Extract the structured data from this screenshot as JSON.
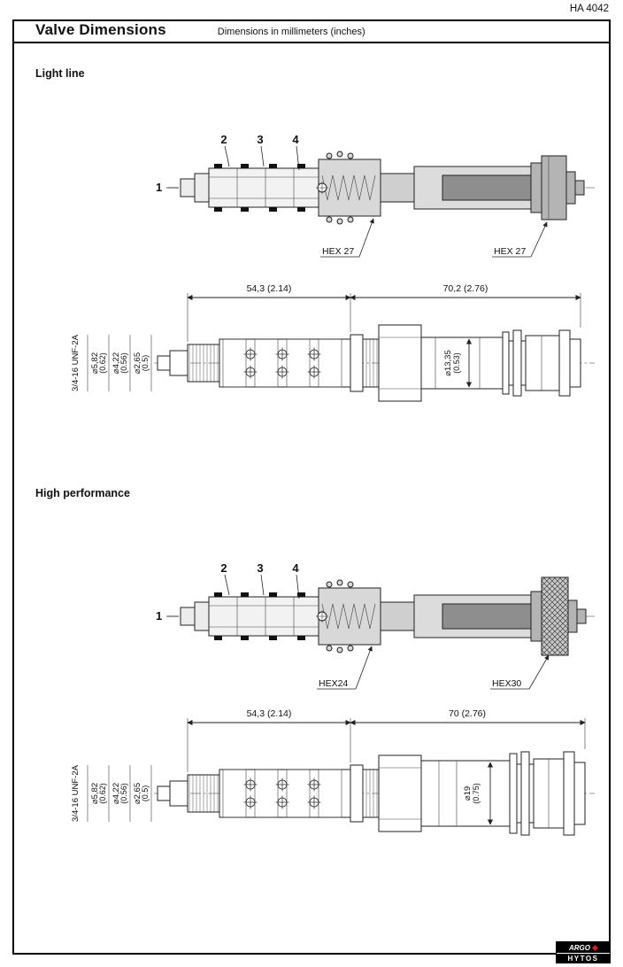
{
  "page": {
    "doc_number": "HA 4042",
    "title": "Valve Dimensions",
    "subtitle": "Dimensions in millimeters (inches)"
  },
  "light": {
    "section_title": "Light line",
    "port1": "1",
    "port2": "2",
    "port3": "3",
    "port4": "4",
    "hex_left": "HEX 27",
    "hex_right": "HEX 27",
    "dim_a": "54,3 (2.14)",
    "dim_b": "70,2 (2.76)",
    "thread": "3/4-16 UNF-2A",
    "dia1_mm": "⌀5,82",
    "dia1_in": "(0.62)",
    "dia2_mm": "⌀4,22",
    "dia2_in": "(0.56)",
    "dia3_mm": "⌀2,65",
    "dia3_in": "(0.5)",
    "dia_mid_mm": "⌀13,35",
    "dia_mid_in": "(0.53)"
  },
  "high": {
    "section_title": "High performance",
    "port1": "1",
    "port2": "2",
    "port3": "3",
    "port4": "4",
    "hex_left": "HEX24",
    "hex_right": "HEX30",
    "dim_a": "54,3 (2.14)",
    "dim_b": "70 (2.76)",
    "thread": "3/4-16 UNF-2A",
    "dia1_mm": "⌀5,82",
    "dia1_in": "(0.62)",
    "dia2_mm": "⌀4,22",
    "dia2_in": "(0.56)",
    "dia3_mm": "⌀2,65",
    "dia3_in": "(0.5)",
    "dia_mid_mm": "⌀19",
    "dia_mid_in": "(0.75)"
  },
  "logo": {
    "top": "ARGO",
    "bottom": "HYTOS"
  }
}
